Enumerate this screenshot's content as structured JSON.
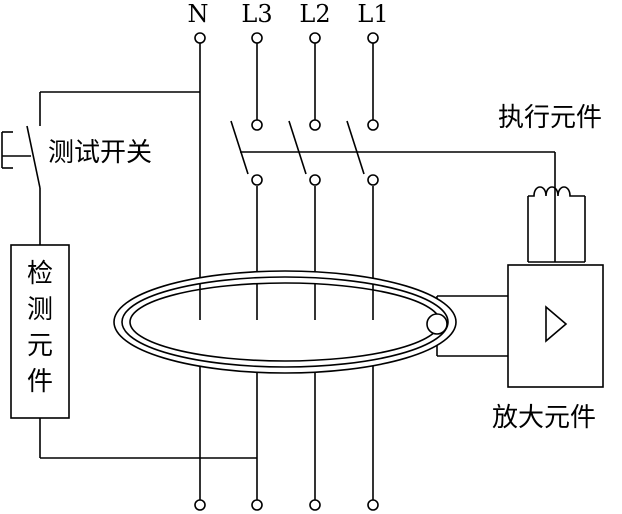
{
  "terminals": {
    "n": "N",
    "l3": "L3",
    "l2": "L2",
    "l1": "L1"
  },
  "labels": {
    "test_switch": "测试开关",
    "actuator": "执行元件",
    "detector": [
      "检",
      "测",
      "元",
      "件"
    ],
    "amplifier": "放大元件"
  }
}
